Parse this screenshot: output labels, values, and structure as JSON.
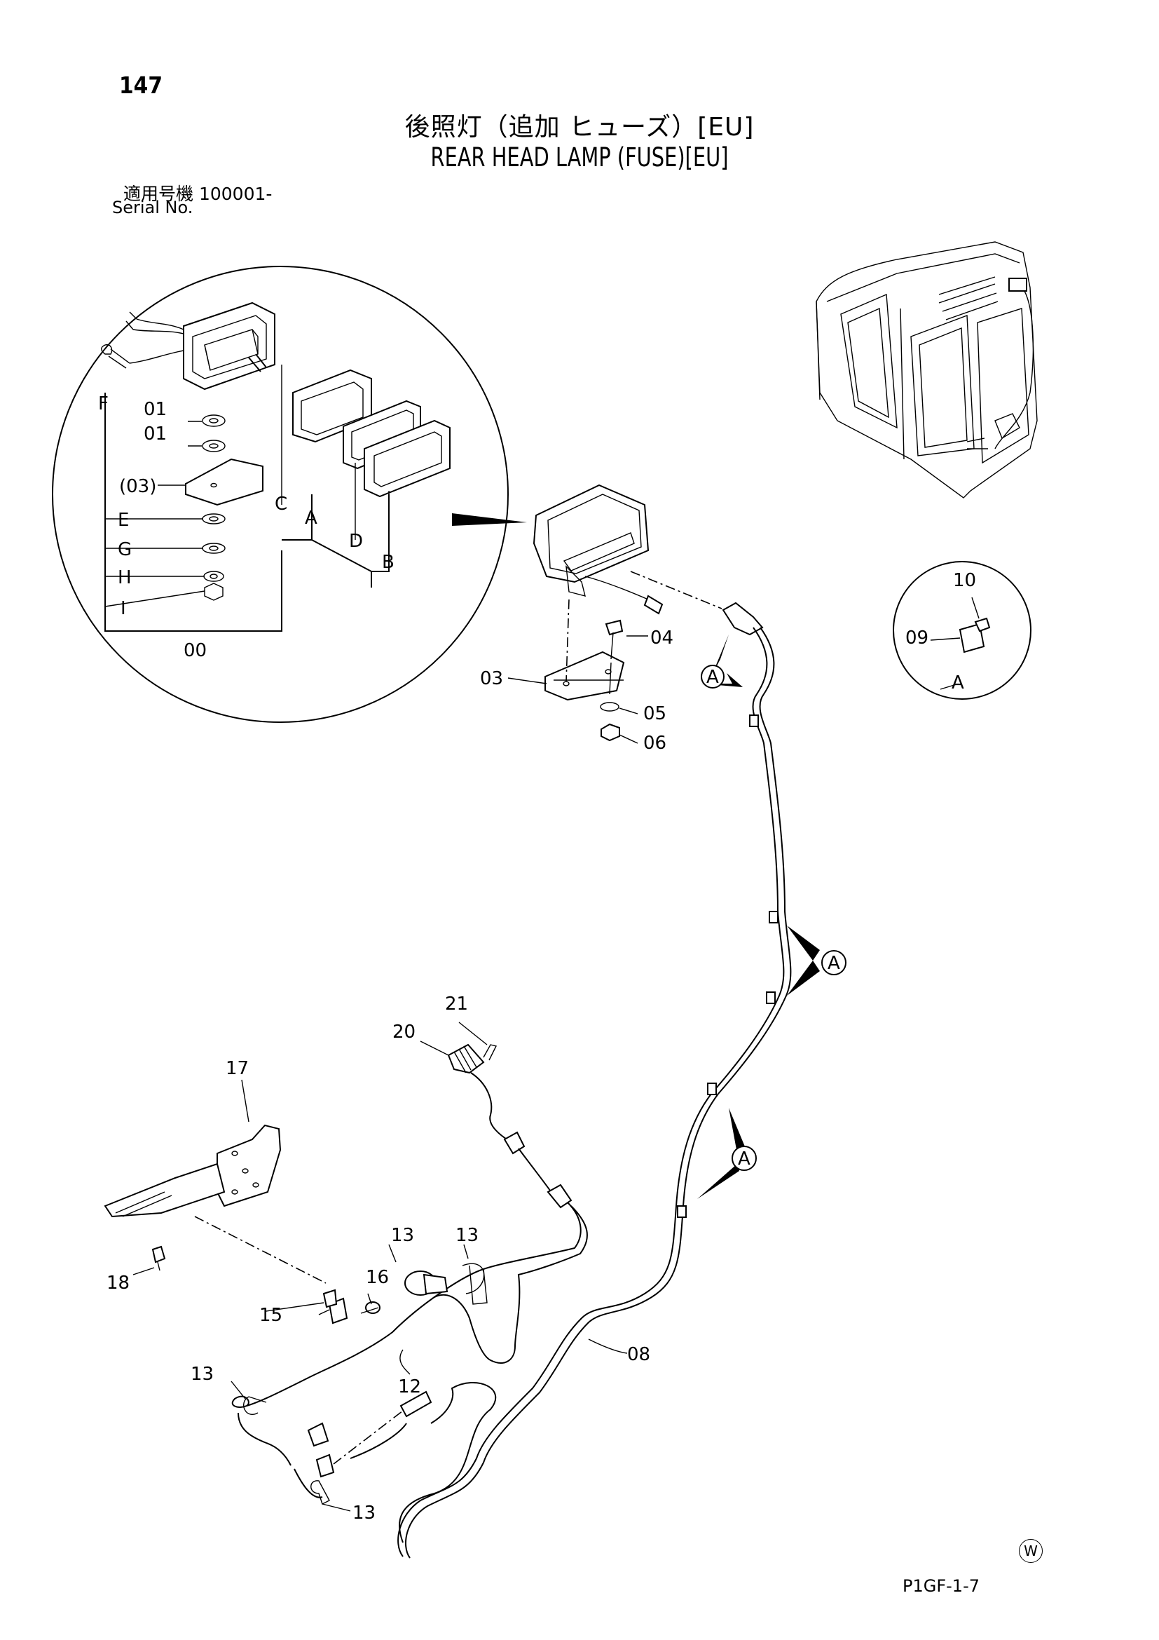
{
  "page_number": "147",
  "title_jp": "後照灯（追加 ヒューズ）[EU]",
  "title_en": "REAR HEAD LAMP (FUSE)[EU]",
  "serial_label_jp": "適用号機  100001-",
  "serial_label_en": "Serial No.",
  "copyright_mark": "W",
  "diagram_code": "P1GF-1-7",
  "callouts": {
    "p00": "00",
    "p01a": "01",
    "p01b": "01",
    "p03paren": "(03)",
    "lE": "E",
    "lG": "G",
    "lH": "H",
    "lI": "I",
    "lF": "F",
    "lA": "A",
    "lB": "B",
    "lC": "C",
    "lD": "D",
    "p03": "03",
    "p04": "04",
    "p05": "05",
    "p06": "06",
    "p08": "08",
    "p09": "09",
    "p10": "10",
    "pAdetail": "A",
    "p12": "12",
    "p13a": "13",
    "p13b": "13",
    "p13c": "13",
    "p13d": "13",
    "p15": "15",
    "p16": "16",
    "p17": "17",
    "p18": "18",
    "p20": "20",
    "p21": "21",
    "refA1": "A",
    "refA2": "A",
    "refA3": "A"
  }
}
